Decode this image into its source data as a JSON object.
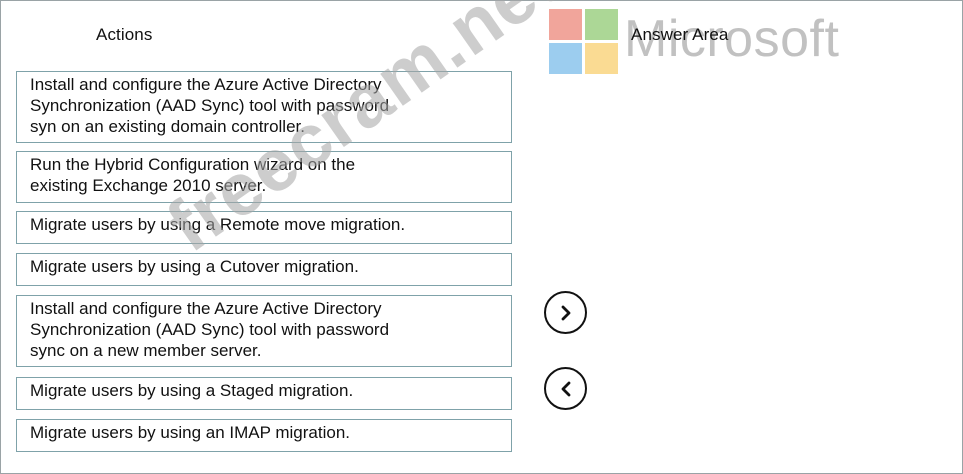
{
  "columns": {
    "actions_title": "Actions",
    "answer_title": "Answer Area"
  },
  "actions": [
    {
      "label": "Install and configure the Azure Active Directory\nSynchronization (AAD Sync) tool with password\nsyn on an existing domain controller."
    },
    {
      "label": "Run the Hybrid Configuration wizard on the\nexisting Exchange 2010 server."
    },
    {
      "label": "Migrate users by using a Remote move migration."
    },
    {
      "label": "Migrate users by using a Cutover migration."
    },
    {
      "label": "Install and configure the Azure Active Directory\nSynchronization (AAD Sync) tool with password\nsync on a new member server."
    },
    {
      "label": "Migrate users by using a Staged migration."
    },
    {
      "label": "Migrate users by using an IMAP migration."
    }
  ],
  "controls": {
    "move_right_icon": "chevron-right-icon",
    "move_left_icon": "chevron-left-icon"
  },
  "logo": {
    "word": "Microsoft",
    "colors": {
      "red": "#e44d3a",
      "green": "#5cb030",
      "blue": "#3c9de0",
      "yellow": "#f6b829"
    }
  },
  "watermark": {
    "text": "freecram.net"
  },
  "colors": {
    "box_border": "#7fa2a9",
    "frame_border": "#9aa3a6"
  }
}
